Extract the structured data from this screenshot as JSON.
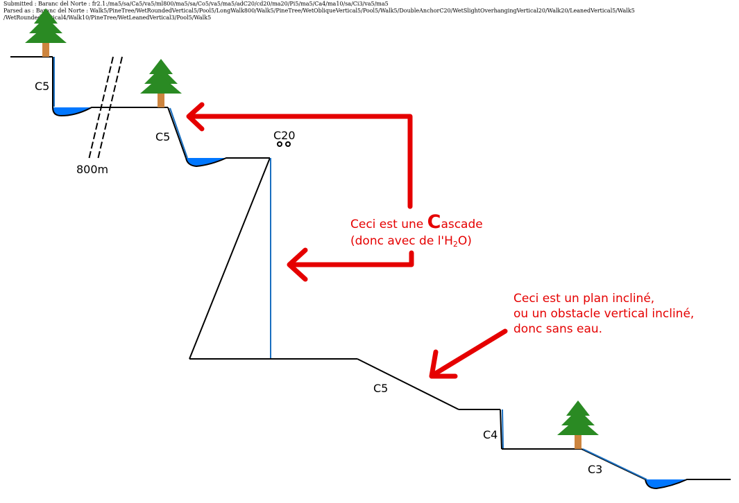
{
  "header": {
    "submitted": "Submitted : Baranc del Norte : fr2.1:/ma5/sa/Ca5/va5/ml800/ma5/sa/Co5/va5/ma5/adC20/cd20/ma20/Pi5/ma5/Ca4/ma10/sa/Ci3/va5/ma5",
    "parsed_1": "Parsed as : Baranc del Norte : Walk5/PineTree/WetRoundedVertical5/Pool5/LongWalk800/Walk5/PineTree/WetObliqueVertical5/Pool5/Walk5/DoubleAnchorC20/WetSlightOverhangingVertical20/Walk20/LeanedVertical5/Walk5",
    "parsed_2": "/WetRoundedVertical4/Walk10/PineTree/WetLeanedVertical3/Pool5/Walk5"
  },
  "labels": {
    "c5_first": "C5",
    "long_walk": "800m",
    "c5_second": "C5",
    "c20": "C20",
    "c5_incline": "C5",
    "c4": "C4",
    "c3": "C3"
  },
  "annotations": {
    "cascade_line1_pre": "Ceci est une ",
    "cascade_line1_big": "C",
    "cascade_line1_post": "ascade",
    "cascade_line2_pre": "(donc avec de l'H",
    "cascade_line2_sub": "2",
    "cascade_line2_post": "O)",
    "incline_line1": "Ceci est un plan incliné,",
    "incline_line2": "ou un obstacle vertical incliné,",
    "incline_line3": "donc sans eau."
  },
  "colors": {
    "terrain": "#000000",
    "water": "#0077ff",
    "water_line": "#1a6fc0",
    "annotation": "#e50000",
    "tree_green": "#2a8a23",
    "tree_trunk": "#cd853f"
  },
  "icons": [
    "pine-tree-icon",
    "double-anchor-icon",
    "red-arrow"
  ]
}
